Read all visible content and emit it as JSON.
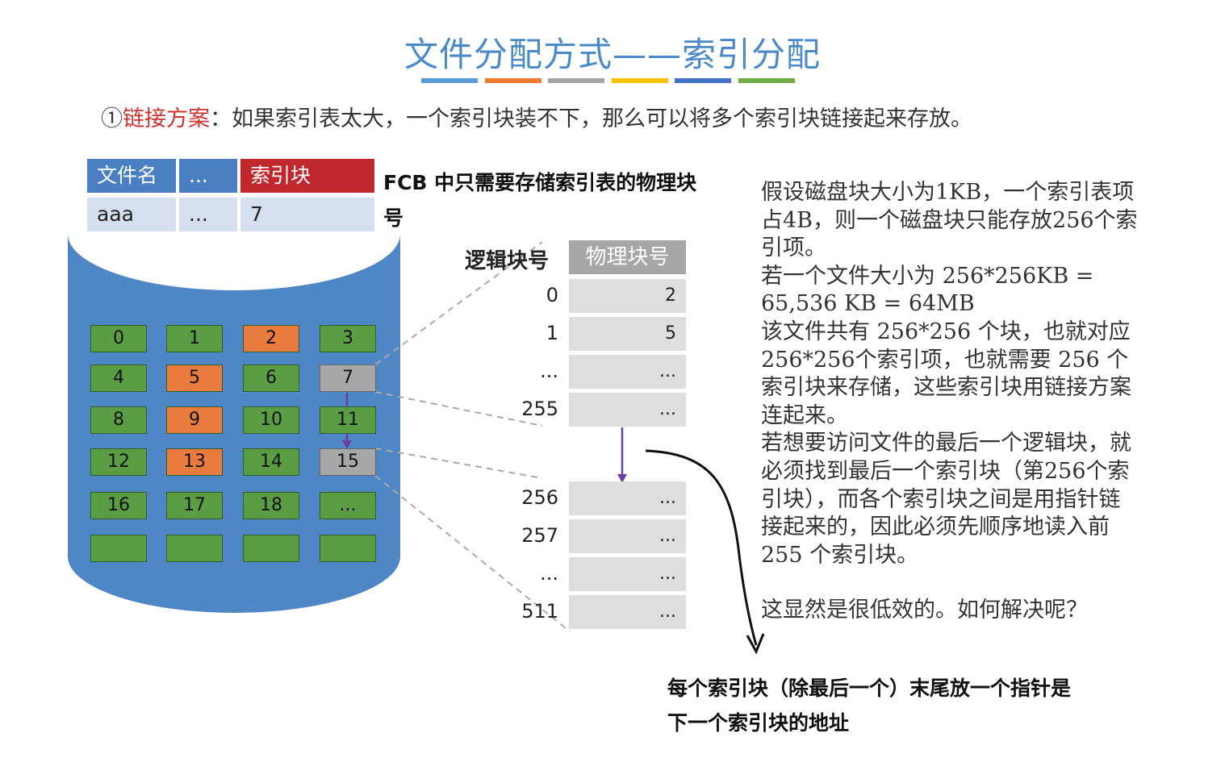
{
  "title": "文件分配方式——索引分配",
  "title_bar_colors": [
    "#5b9bd5",
    "#ed7d31",
    "#a5a5a5",
    "#ffc000",
    "#4472c4",
    "#70ad47"
  ],
  "scheme": {
    "marker": "①",
    "name": "链接方案",
    "text": "：如果索引表太大，一个索引块装不下，那么可以将多个索引块链接起来存放。"
  },
  "fcb": {
    "headers": [
      "文件名",
      "...",
      "索引块"
    ],
    "row": [
      "aaa",
      "...",
      "7"
    ],
    "header_colors": [
      "#4a7fc1",
      "#4a7fc1",
      "#c0282d"
    ]
  },
  "fcb_note": "FCB 中只需要存储索引表的物理块号",
  "disk": {
    "body_color": "#4f87c6",
    "blocks": [
      {
        "label": "0",
        "color": "green"
      },
      {
        "label": "1",
        "color": "green"
      },
      {
        "label": "2",
        "color": "orange"
      },
      {
        "label": "3",
        "color": "green"
      },
      {
        "label": "4",
        "color": "green"
      },
      {
        "label": "5",
        "color": "orange"
      },
      {
        "label": "6",
        "color": "green"
      },
      {
        "label": "7",
        "color": "gray"
      },
      {
        "label": "8",
        "color": "green"
      },
      {
        "label": "9",
        "color": "orange"
      },
      {
        "label": "10",
        "color": "green"
      },
      {
        "label": "11",
        "color": "green"
      },
      {
        "label": "12",
        "color": "green"
      },
      {
        "label": "13",
        "color": "orange"
      },
      {
        "label": "14",
        "color": "green"
      },
      {
        "label": "15",
        "color": "gray"
      },
      {
        "label": "16",
        "color": "green"
      },
      {
        "label": "17",
        "color": "green"
      },
      {
        "label": "18",
        "color": "green"
      },
      {
        "label": "...",
        "color": "green"
      },
      {
        "label": "",
        "color": "green"
      },
      {
        "label": "",
        "color": "green"
      },
      {
        "label": "",
        "color": "green"
      },
      {
        "label": "",
        "color": "green"
      }
    ]
  },
  "index_table": {
    "logical_header": "逻辑块号",
    "physical_header": "物理块号",
    "block1": [
      {
        "logical": "0",
        "physical": "2"
      },
      {
        "logical": "1",
        "physical": "5"
      },
      {
        "logical": "...",
        "physical": "..."
      },
      {
        "logical": "255",
        "physical": "..."
      }
    ],
    "block2": [
      {
        "logical": "256",
        "physical": "..."
      },
      {
        "logical": "257",
        "physical": "..."
      },
      {
        "logical": "...",
        "physical": "..."
      },
      {
        "logical": "511",
        "physical": "..."
      }
    ]
  },
  "right_text": [
    "假设磁盘块大小为1KB，一个索引表项占4B，则一个磁盘块只能存放256个索引项。",
    "若一个文件大小为 256*256KB = 65,536 KB = 64MB",
    "该文件共有 256*256 个块，也就对应256*256个索引项，也就需要 256 个索引块来存储，这些索引块用链接方案连起来。",
    "若想要访问文件的最后一个逻辑块，就必须找到最后一个索引块（第256个索引块），而各个索引块之间是用指针链接起来的，因此必须先顺序地读入前 255 个索引块。",
    "",
    "这显然是很低效的。如何解决呢？"
  ],
  "bottom_note": "每个索引块（除最后一个）末尾放一个指针是下一个索引块的地址"
}
